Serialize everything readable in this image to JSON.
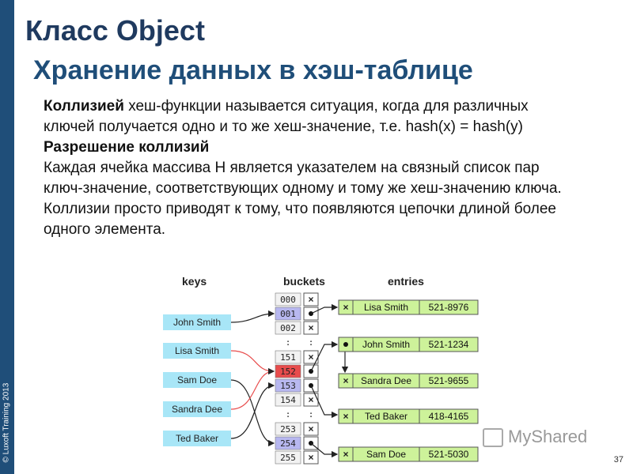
{
  "sidebar": {
    "copyright": "© Luxoft Training 2013"
  },
  "header": {
    "title": "Класс Object",
    "subtitle": "Хранение данных в хэш-таблице"
  },
  "body": {
    "p1_bold": "Коллизией",
    "p1_rest": " хеш-функции называется ситуация, когда для различных ключей получается одно и то же хеш-значение, т.е. hash(x) = hash(y)",
    "p2_heading": "Разрешение коллизий",
    "p3": "Каждая ячейка массива Н является указателем на связный список пар ключ-значение, соответствующих одному и тому же хеш-значению ключа. Коллизии просто приводят к тому, что появляются цепочки длиной более одного элемента."
  },
  "diagram": {
    "headers": {
      "keys": "keys",
      "buckets": "buckets",
      "entries": "entries"
    },
    "keys": [
      "John Smith",
      "Lisa Smith",
      "Sam Doe",
      "Sandra Dee",
      "Ted Baker"
    ],
    "buckets": [
      "000",
      "001",
      "002",
      ":",
      "151",
      "152",
      "153",
      "154",
      ":",
      "253",
      "254",
      "255"
    ],
    "entries": [
      {
        "name": "Lisa Smith",
        "phone": "521-8976"
      },
      {
        "name": "John Smith",
        "phone": "521-1234"
      },
      {
        "name": "Sandra Dee",
        "phone": "521-9655"
      },
      {
        "name": "Ted Baker",
        "phone": "418-4165"
      },
      {
        "name": "Sam Doe",
        "phone": "521-5030"
      }
    ],
    "colors": {
      "key": "#a8e6f7",
      "entry": "#cdf29a",
      "bucket_highlight": "#b8b8f0",
      "bucket_collision": "#e84c4c"
    }
  },
  "watermark": {
    "text": "MyShared"
  },
  "footer": {
    "page": "37"
  }
}
